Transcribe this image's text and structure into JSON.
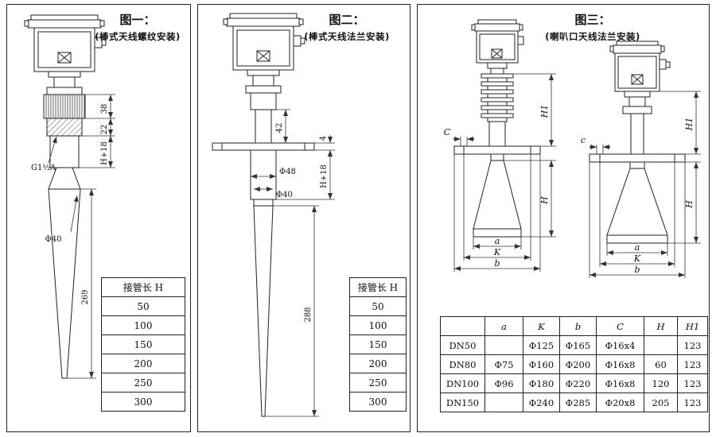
{
  "panels": [
    {
      "title": "图一：",
      "subtitle": "(棒式天线螺纹安装)",
      "dims": {
        "nut_height": "38",
        "thread_height": "22",
        "sleeve_height": "H+18",
        "thread_spec": "G1½A",
        "rod_diameter": "Φ40",
        "rod_length": "269"
      },
      "table": {
        "header": "接管长 H",
        "rows": [
          "50",
          "100",
          "150",
          "200",
          "250",
          "300"
        ]
      }
    },
    {
      "title": "图二：",
      "subtitle": "(棒式天线法兰安装)",
      "dims": {
        "stem_height": "42",
        "flange_thickness": "4",
        "sleeve_diameter": "Φ48",
        "rod_diameter": "Φ40",
        "sleeve_height": "H+18",
        "rod_length": "288"
      },
      "table": {
        "header": "接管长 H",
        "rows": [
          "50",
          "100",
          "150",
          "200",
          "250",
          "300"
        ]
      }
    },
    {
      "title": "图三：",
      "subtitle": "(喇叭口天线法兰安装)",
      "left_dims": {
        "h1": "H1",
        "bolt": "C",
        "h": "H",
        "a": "a",
        "k": "K",
        "b": "b"
      },
      "right_dims": {
        "h1": "H1",
        "bolt": "c",
        "h": "H",
        "a": "a",
        "k": "K",
        "b": "b"
      },
      "table": {
        "headers": [
          "",
          "a",
          "K",
          "b",
          "C",
          "H",
          "H1"
        ],
        "rows": [
          [
            "DN50",
            "",
            "Φ125",
            "Φ165",
            "Φ16x4",
            "",
            "123"
          ],
          [
            "DN80",
            "Φ75",
            "Φ160",
            "Φ200",
            "Φ16x8",
            "60",
            "123"
          ],
          [
            "DN100",
            "Φ96",
            "Φ180",
            "Φ220",
            "Φ16x8",
            "120",
            "123"
          ],
          [
            "DN150",
            "",
            "Φ240",
            "Φ285",
            "Φ20x8",
            "205",
            "123"
          ]
        ]
      }
    }
  ]
}
